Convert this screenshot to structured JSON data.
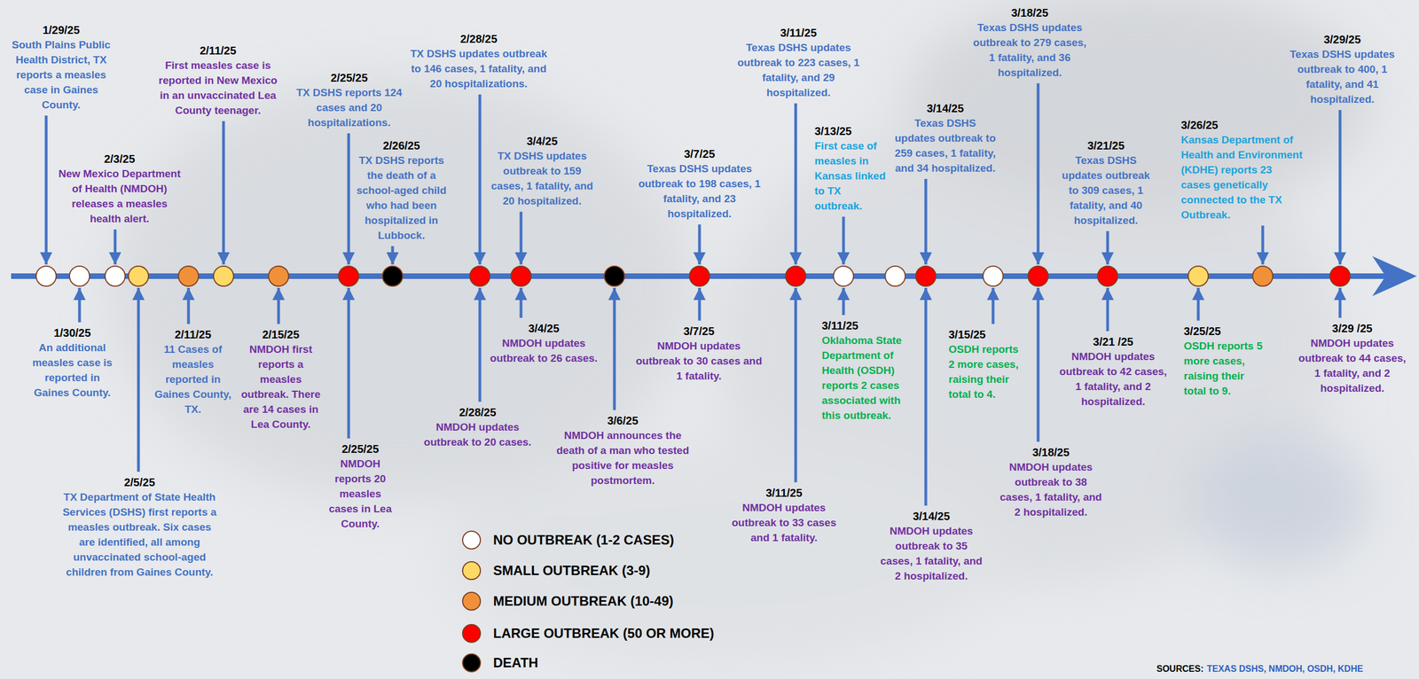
{
  "diagram": {
    "labels": [
      "1/29/25",
      "South Plains Public Health District, TX reports a measles case in Gaines County.",
      "2/3/25",
      "New Mexico Department of Health (NMDOH) releases a measles health alert.",
      "2/11/25",
      "First measles case is reported in New Mexico in an unvaccinated Lea County teenager.",
      "2/25/25",
      "TX DSHS reports 124 cases and 20 hospitalizations.",
      "2/26/25",
      "TX DSHS reports the death of a school-aged child who had been hospitalized in Lubbock.",
      "2/28/25",
      "TX DSHS updates outbreak to 146 cases, 1 fatality, and 20 hospitalizations.",
      "3/4/25",
      "TX DSHS updates outbreak to 159 cases, 1 fatality, and 20 hospitalized.",
      "3/7/25",
      "Texas DSHS updates outbreak to 198 cases, 1 fatality, and 23 hospitalized.",
      "3/11/25",
      "Texas DSHS updates outbreak to 223 cases, 1 fatality, and 29 hospitalized.",
      "3/13/25",
      "First case of measles in Kansas linked to TX outbreak.",
      "3/14/25",
      "Texas DSHS updates outbreak to 259 cases, 1 fatality, and 34 hospitalized.",
      "3/18/25",
      "Texas DSHS updates outbreak to 279 cases, 1 fatality, and 36 hospitalized.",
      "3/21/25",
      "Texas DSHS updates outbreak to 309 cases, 1 fatality, and 40 hospitalized.",
      "3/26/25",
      "Kansas Department of Health and Environment (KDHE) reports 23 cases genetically connected to the TX Outbreak.",
      "3/29/25",
      "Texas DSHS updates outbreak to 400, 1 fatality, and 41 hospitalized.",
      "1/30/25",
      "An additional measles case is reported in Gaines County.",
      "2/5/25",
      "TX Department of State Health Services (DSHS) first reports a measles outbreak. Six cases are identified, all among unvaccinated school-aged children from Gaines County.",
      "2/11/25",
      "11 Cases of measles reported in Gaines County, TX.",
      "2/15/25",
      "NMDOH first reports a measles outbreak. There are 14 cases in Lea County.",
      "2/25/25",
      "NMDOH reports 20 measles cases in Lea County.",
      "2/28/25",
      "NMDOH updates outbreak to 20 cases.",
      "3/4/25",
      "NMDOH updates outbreak to 26 cases.",
      "3/6/25",
      "NMDOH announces the death of a man who tested positive for measles postmortem.",
      "3/7/25",
      "NMDOH updates outbreak to 30 cases and 1 fatality.",
      "3/11/25",
      "NMDOH updates outbreak to 33 cases and 1 fatality.",
      "3/11/25",
      "Oklahoma State Department of Health (OSDH) reports 2 cases associated with this outbreak.",
      "3/14/25",
      "NMDOH updates outbreak to 35 cases, 1 fatality, and 2 hospitalized.",
      "3/15/25",
      "OSDH reports 2 more cases, raising their total to 4.",
      "3/18/25",
      "NMDOH updates outbreak to 38 cases, 1 fatality, and 2 hospitalized.",
      "3/21 /25",
      "NMDOH updates outbreak to 42 cases, 1 fatality, and 2 hospitalized.",
      "3/25/25",
      "OSDH reports 5 more cases, raising their total to 9.",
      "3/29 /25",
      "NMDOH updates outbreak to 44 cases, 1 fatality, and 2 hospitalized.",
      "SOURCES:",
      "TEXAS DSHS, NMDOH, OSDH, KDHE"
    ],
    "legend": [
      {
        "text": "NO OUTBREAK (1-2 CASES)",
        "color": "#ffffff"
      },
      {
        "text": "SMALL OUTBREAK (3-9)",
        "color": "#ffd966"
      },
      {
        "text": "MEDIUM OUTBREAK (10-49)",
        "color": "#f0913a"
      },
      {
        "text": "LARGE OUTBREAK (50 OR MORE)",
        "color": "#ff0000"
      },
      {
        "text": "DEATH",
        "color": "#000000"
      }
    ]
  }
}
